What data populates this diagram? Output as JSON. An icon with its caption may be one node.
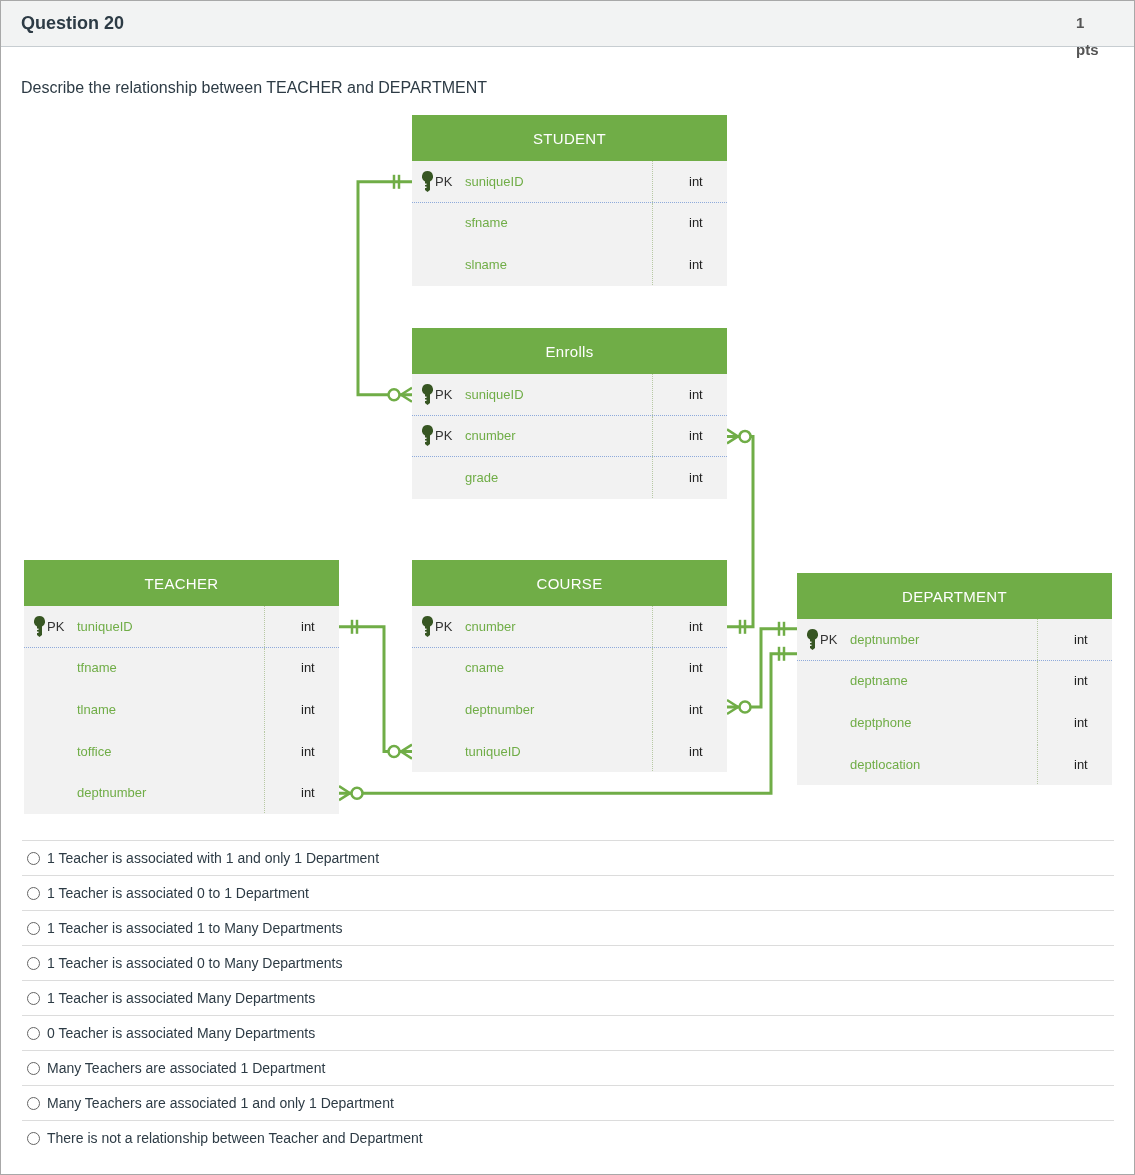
{
  "diagram": {
    "title": "Question 20",
    "nodes": [
      {
        "text": [
          "STUDENT"
        ]
      },
      {
        "text": [
          "PK",
          "suniqueID",
          "int"
        ],
        "in": 0
      },
      {
        "text": [
          "sfname",
          "int"
        ],
        "in": 0
      },
      {
        "text": [
          "slname",
          "int"
        ],
        "in": 0
      },
      {
        "text": [
          "Enrolls"
        ]
      },
      {
        "text": [
          "PK",
          "suniqueID",
          "int"
        ],
        "in": 4
      },
      {
        "text": [
          "PK",
          "cnumber",
          "int"
        ],
        "in": 4
      },
      {
        "text": [
          "grade",
          "int"
        ],
        "in": 4
      },
      {
        "text": [
          "TEACHER"
        ]
      },
      {
        "text": [
          "PK",
          "tuniqueID",
          "int"
        ],
        "in": 8
      },
      {
        "text": [
          "tfname",
          "int"
        ],
        "in": 8
      },
      {
        "text": [
          "tlname",
          "int"
        ],
        "in": 8
      },
      {
        "text": [
          "toffice",
          "int"
        ],
        "in": 8
      },
      {
        "text": [
          "deptnumber",
          "int"
        ],
        "in": 8
      },
      {
        "text": [
          "COURSE"
        ]
      },
      {
        "text": [
          "PK",
          "cnumber",
          "int"
        ],
        "in": 14
      },
      {
        "text": [
          "cname",
          "int"
        ],
        "in": 14
      },
      {
        "text": [
          "deptnumber",
          "int"
        ],
        "in": 14
      },
      {
        "text": [
          "tuniqueID",
          "int"
        ],
        "in": 14
      },
      {
        "text": [
          "DEPARTMENT"
        ]
      },
      {
        "text": [
          "PK",
          "deptnumber",
          "int"
        ],
        "in": 19
      },
      {
        "text": [
          "deptname",
          "int"
        ],
        "in": 19
      },
      {
        "text": [
          "deptphone",
          "int"
        ],
        "in": 19
      },
      {
        "text": [
          "deptlocation",
          "int"
        ],
        "in": 19
      }
    ],
    "edges": [
      {
        "from": 1,
        "to": 5,
        "arrow": "other"
      },
      {
        "from": 15,
        "to": 6,
        "arrow": "other"
      },
      {
        "from": 9,
        "to": 18,
        "arrow": "other"
      },
      {
        "from": 20,
        "to": 17,
        "arrow": "other"
      },
      {
        "from": 20,
        "to": 13,
        "arrow": "other"
      }
    ],
    "labels": [
      "1 pts",
      "Describe the relationship between TEACHER and DEPARTMENT",
      "1 Teacher is associated with 1 and only 1 Department",
      "1 Teacher is associated 0 to 1 Department",
      "1 Teacher is associated 1 to Many Departments",
      "1 Teacher is associated 0 to Many Departments",
      "1 Teacher is associated Many Departments",
      "0 Teacher is associated Many Departments",
      "Many Teachers are associated 1 Department",
      "Many Teachers are associated 1 and only 1 Department",
      "There is not a relationship between Teacher and Department"
    ]
  }
}
